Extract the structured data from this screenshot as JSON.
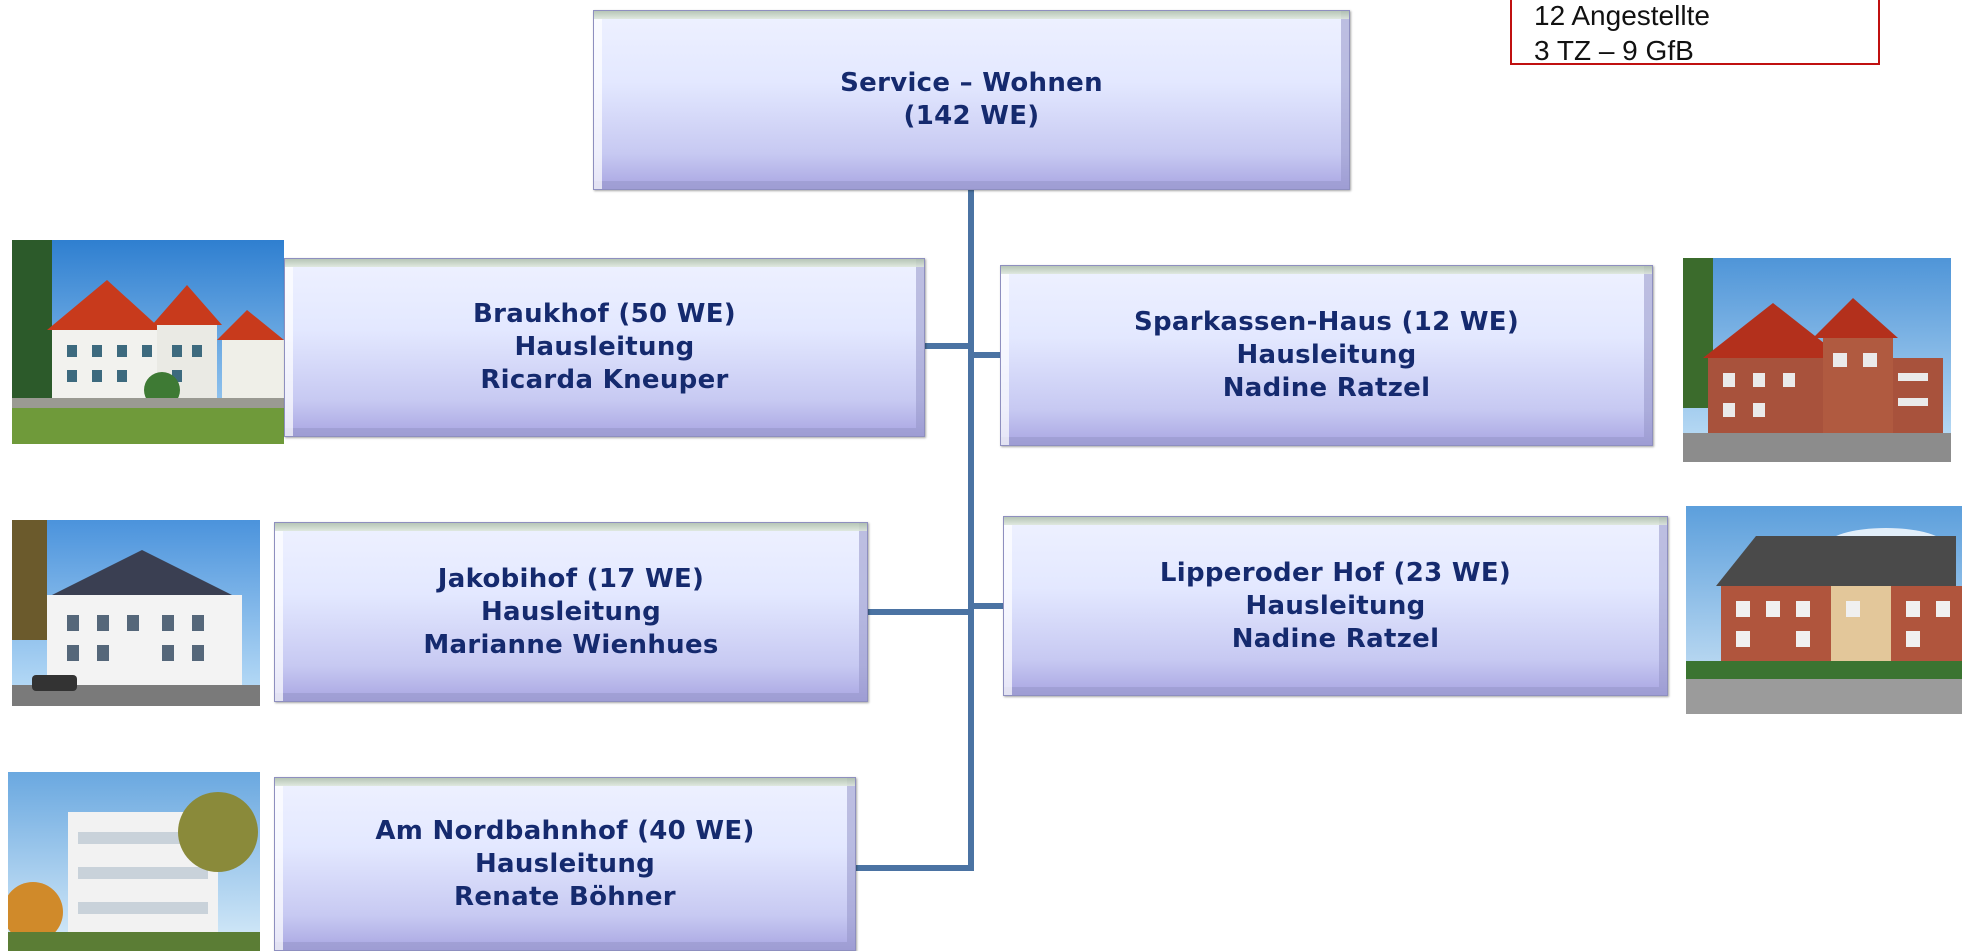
{
  "info_box": {
    "line1": "12 Angestellte",
    "line2": "3 TZ – 9 GfB"
  },
  "root": {
    "line1": "Service – Wohnen",
    "line2": "(142 WE)"
  },
  "units": [
    {
      "title": "Braukhof (50 WE)",
      "role": "Hausleitung",
      "manager": "Ricarda Kneuper"
    },
    {
      "title": "Sparkassen-Haus (12 WE)",
      "role": "Hausleitung",
      "manager": "Nadine Ratzel"
    },
    {
      "title": "Jakobihof (17 WE)",
      "role": "Hausleitung",
      "manager": "Marianne Wienhues"
    },
    {
      "title": "Lipperoder Hof (23 WE)",
      "role": "Hausleitung",
      "manager": "Nadine Ratzel"
    },
    {
      "title": "Am Nordbahnhof (40 WE)",
      "role": "Hausleitung",
      "manager": "Renate Böhner"
    }
  ],
  "colors": {
    "connector": "#4b73a3",
    "text": "#152a6e",
    "info_border": "#c01010"
  }
}
